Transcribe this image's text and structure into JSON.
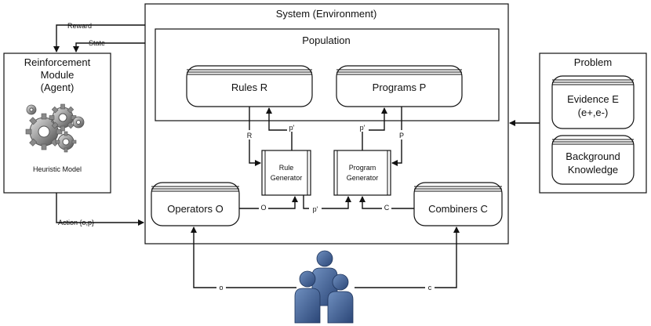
{
  "system": {
    "title": "System (Environment)"
  },
  "population": {
    "title": "Population",
    "rules": "Rules R",
    "programs": "Programs P"
  },
  "agent": {
    "title_line1": "Reinforcement",
    "title_line2": "Module",
    "title_line3": "(Agent)",
    "model_label": "Heuristic Model",
    "icon": "gears-icon"
  },
  "problem": {
    "title": "Problem",
    "evidence_line1": "Evidence E",
    "evidence_line2": "(e+,e-)",
    "background_line1": "Background",
    "background_line2": "Knowledge"
  },
  "generators": {
    "rule_line1": "Rule",
    "rule_line2": "Generator",
    "program_line1": "Program",
    "program_line2": "Generator"
  },
  "stores": {
    "operators": "Operators O",
    "combiners": "Combiners C"
  },
  "arrow_labels": {
    "reward": "Reward",
    "state": "State",
    "action": "Action {o,p}",
    "r": "R",
    "p_prime_rule": "p'",
    "p_prime_prog": "p'",
    "p_prime_ops": "p'",
    "p": "P",
    "o_op": "O",
    "c_comb": "C",
    "o_users": "o",
    "c_users": "c"
  },
  "users": {
    "icon": "users-icon"
  }
}
